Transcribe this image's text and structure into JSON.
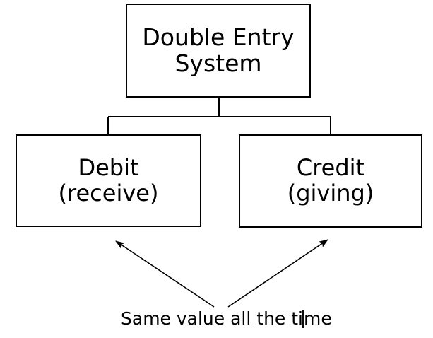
{
  "diagram": {
    "title_node": {
      "lines": [
        "Double Entry",
        "System"
      ]
    },
    "left_node": {
      "lines": [
        "Debit",
        "(receive)"
      ]
    },
    "right_node": {
      "lines": [
        "Credit",
        "(giving)"
      ]
    },
    "caption": {
      "text_before_caret": "Same value all the ti",
      "text_after_caret": "me",
      "full_text": "Same value all the time"
    },
    "colors": {
      "stroke": "#000000",
      "background": "#ffffff",
      "text": "#000000"
    }
  }
}
